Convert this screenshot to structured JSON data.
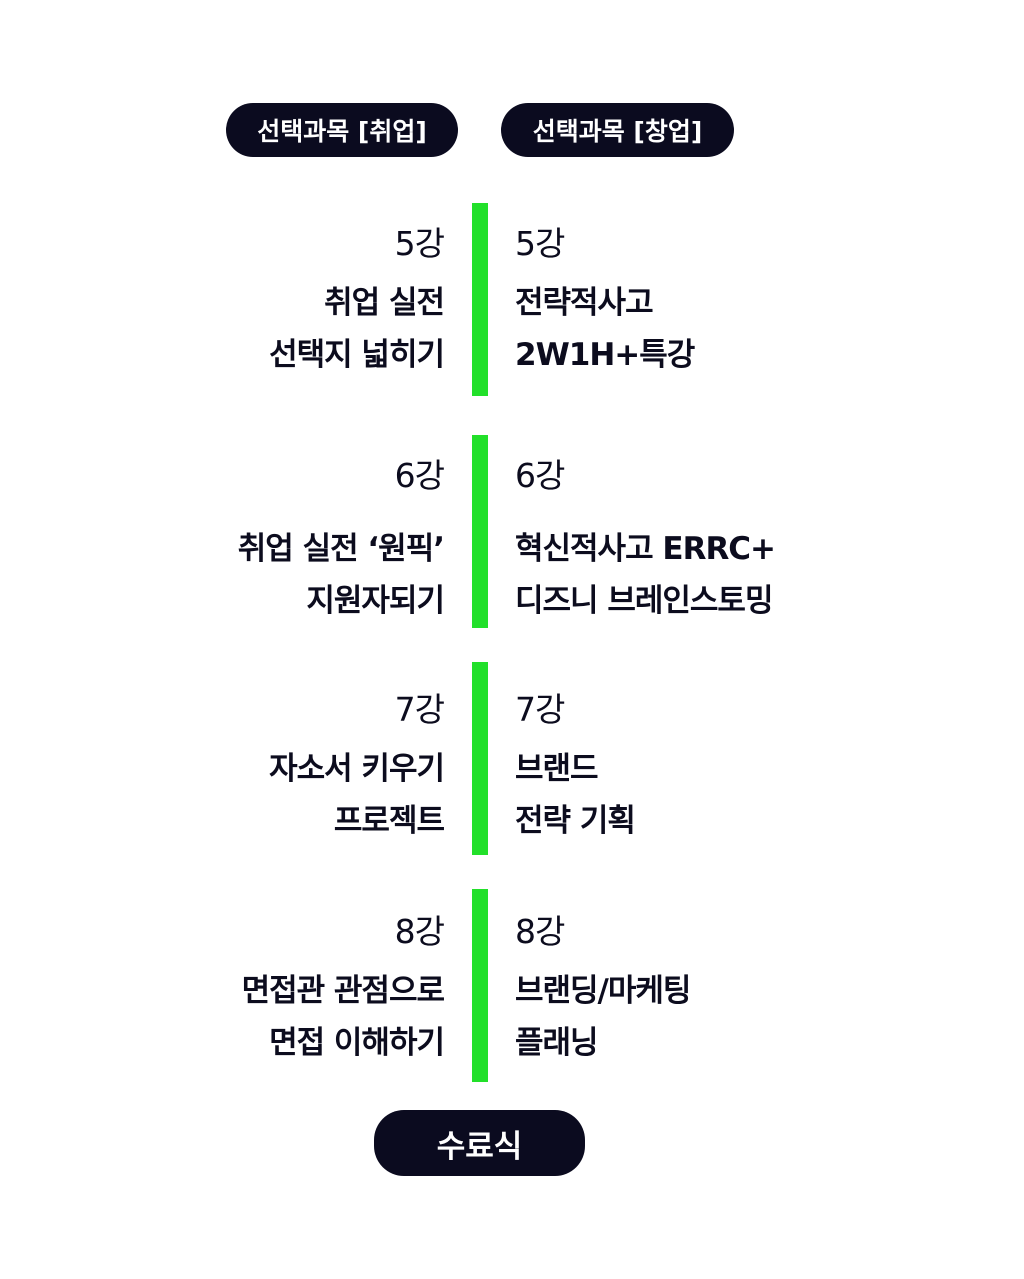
{
  "header": {
    "job_track_label": "선택과목 [취업]",
    "startup_track_label": "선택과목 [창업]"
  },
  "sessions": [
    {
      "job": {
        "lecture": "5강",
        "line1": "취업 실전",
        "line2": "선택지 넓히기"
      },
      "startup": {
        "lecture": "5강",
        "line1": "전략적사고",
        "line2": "2W1H+특강"
      }
    },
    {
      "job": {
        "lecture": "6강",
        "line1": "취업 실전 ‘원픽’",
        "line2": "지원자되기"
      },
      "startup": {
        "lecture": "6강",
        "line1": "혁신적사고 ERRC+",
        "line2": "디즈니 브레인스토밍"
      }
    },
    {
      "job": {
        "lecture": "7강",
        "line1": "자소서 키우기",
        "line2": "프로젝트"
      },
      "startup": {
        "lecture": "7강",
        "line1": "브랜드",
        "line2": "전략 기획"
      }
    },
    {
      "job": {
        "lecture": "8강",
        "line1": "면접관 관점으로",
        "line2": "면접 이해하기"
      },
      "startup": {
        "lecture": "8강",
        "line1": "브랜딩/마케팅",
        "line2": "플래닝"
      }
    }
  ],
  "footer": {
    "completion_label": "수료식"
  },
  "colors": {
    "accent_bar": "#22e02a",
    "pill_background": "#0b0b1f",
    "text": "#0c0c1e"
  }
}
